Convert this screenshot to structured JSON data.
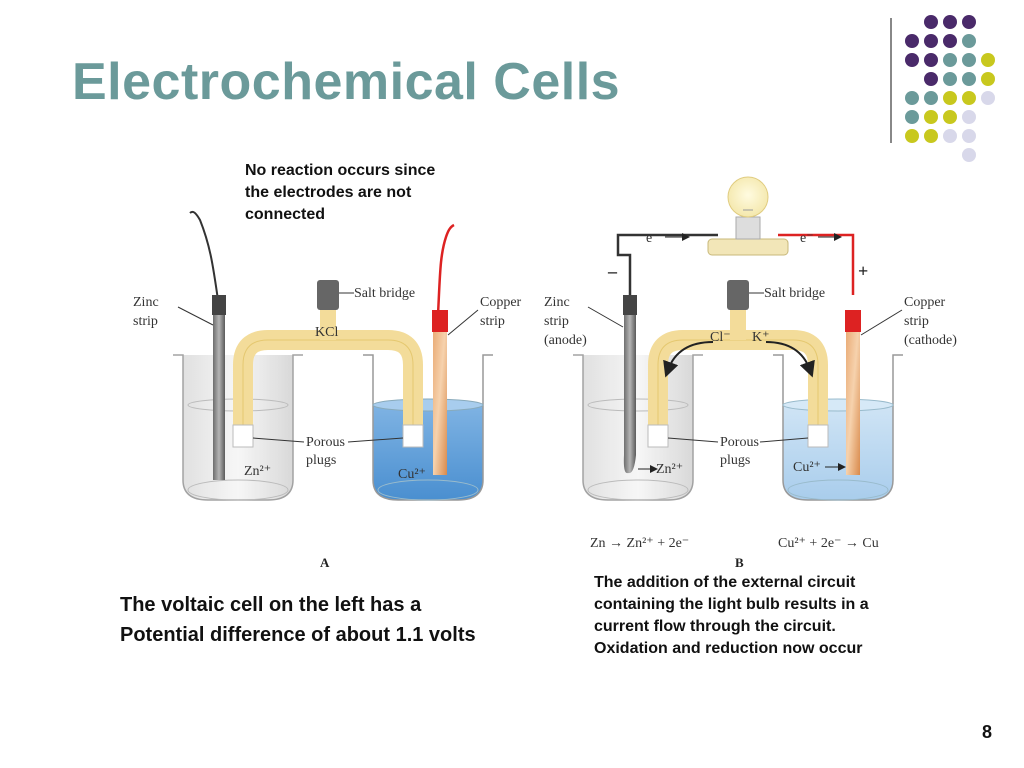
{
  "slide": {
    "title": "Electrochemical Cells",
    "page_number": "8",
    "colors": {
      "title": "#6b9a9a",
      "purple": "#4a2a6a",
      "teal": "#6b9a9a",
      "olive": "#c8c81e",
      "lavender": "#d8d8ea"
    }
  },
  "figure": {
    "note_a": "No reaction occurs since the electrodes are not connected",
    "a": {
      "zinc_strip": [
        "Zinc",
        "strip"
      ],
      "salt_bridge": "Salt bridge",
      "kcl": "KCl",
      "copper_strip": [
        "Copper",
        "strip"
      ],
      "porous_plugs": [
        "Porous",
        "plugs"
      ],
      "zn_ion": "Zn²⁺",
      "cu_ion": "Cu²⁺",
      "label": "A"
    },
    "b": {
      "electron_left": "e⁻",
      "electron_right": "e⁻",
      "minus": "–",
      "plus": "+",
      "zinc_strip": [
        "Zinc",
        "strip",
        "(anode)"
      ],
      "salt_bridge": "Salt bridge",
      "cl_ion": "Cl⁻",
      "k_ion": "K⁺",
      "copper_strip": [
        "Copper",
        "strip",
        "(cathode)"
      ],
      "porous_plugs": [
        "Porous",
        "plugs"
      ],
      "zn_ion": "Zn²⁺",
      "cu_ion": "Cu²⁺",
      "reaction_anode": "Zn → Zn²⁺ + 2e⁻",
      "reaction_cathode": "Cu²⁺ + 2e⁻ → Cu",
      "label": "B"
    }
  },
  "captions": {
    "left": [
      "The voltaic cell on the left has a",
      "Potential difference of about 1.1 volts"
    ],
    "right": [
      "The addition of the external circuit",
      "containing the light bulb results in a",
      "current flow through the circuit.",
      "Oxidation and reduction now occur"
    ]
  }
}
